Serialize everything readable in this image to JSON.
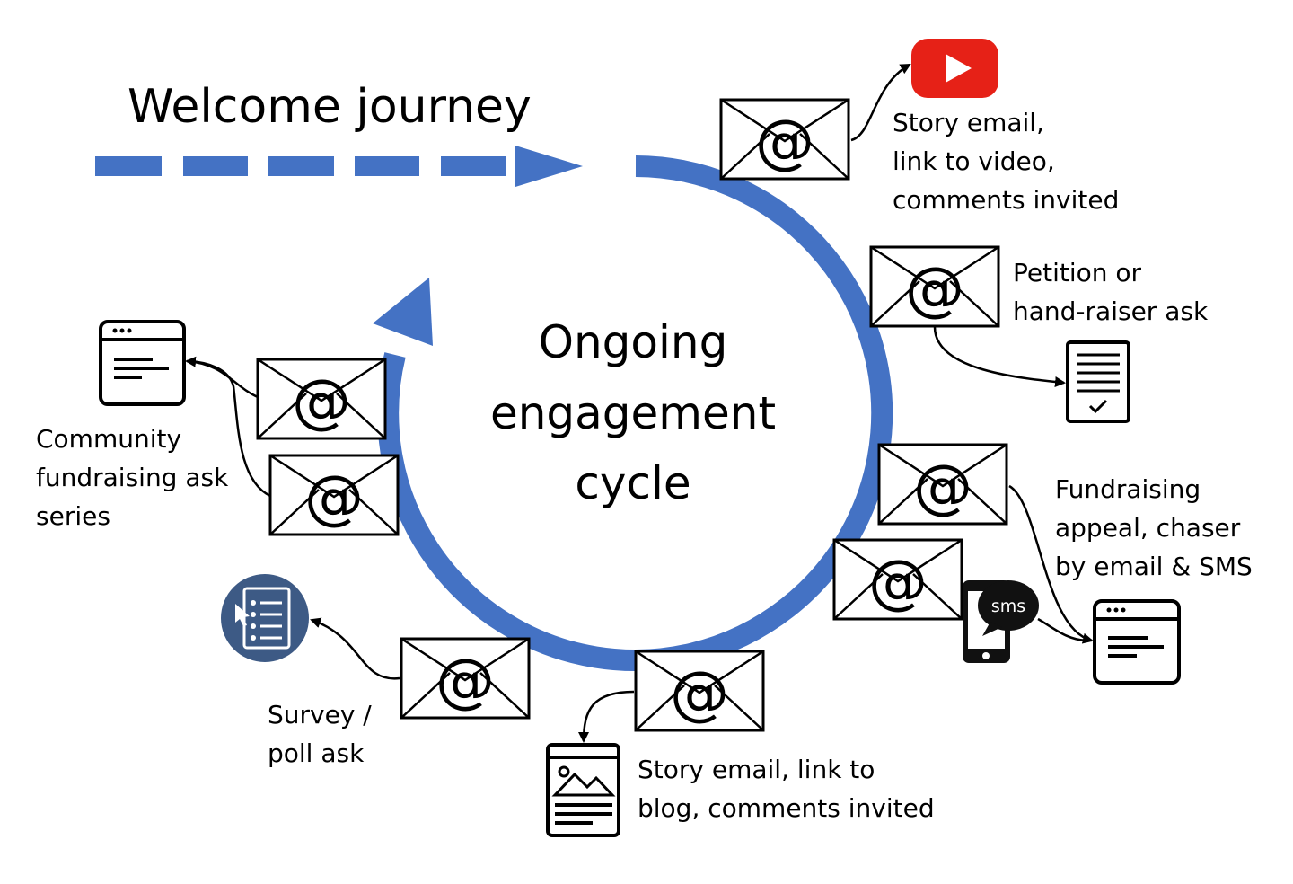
{
  "title": "Welcome journey",
  "center_label": [
    "Ongoing",
    "engagement",
    "cycle"
  ],
  "captions": {
    "story_video": [
      "Story email,",
      "link to video,",
      "comments invited"
    ],
    "petition": [
      "Petition or",
      "hand-raiser ask"
    ],
    "fundraising_appeal": [
      "Fundraising",
      "appeal, chaser",
      "by email & SMS"
    ],
    "story_blog": [
      "Story email, link to",
      "blog, comments invited"
    ],
    "survey": [
      "Survey /",
      "poll ask"
    ],
    "community": [
      "Community",
      "fundraising ask",
      "series"
    ]
  },
  "envelope_symbol": "@",
  "sms_label": "sms",
  "icons": [
    "video-play-icon",
    "document-checklist-icon",
    "browser-window-icon",
    "smartphone-icon",
    "sms-bubble-icon",
    "blog-post-icon",
    "survey-icon",
    "envelope-icon"
  ],
  "colors": {
    "accent": "#4472c4",
    "video_red": "#e62117",
    "survey_navy": "#3d5a85",
    "text": "#000000"
  }
}
